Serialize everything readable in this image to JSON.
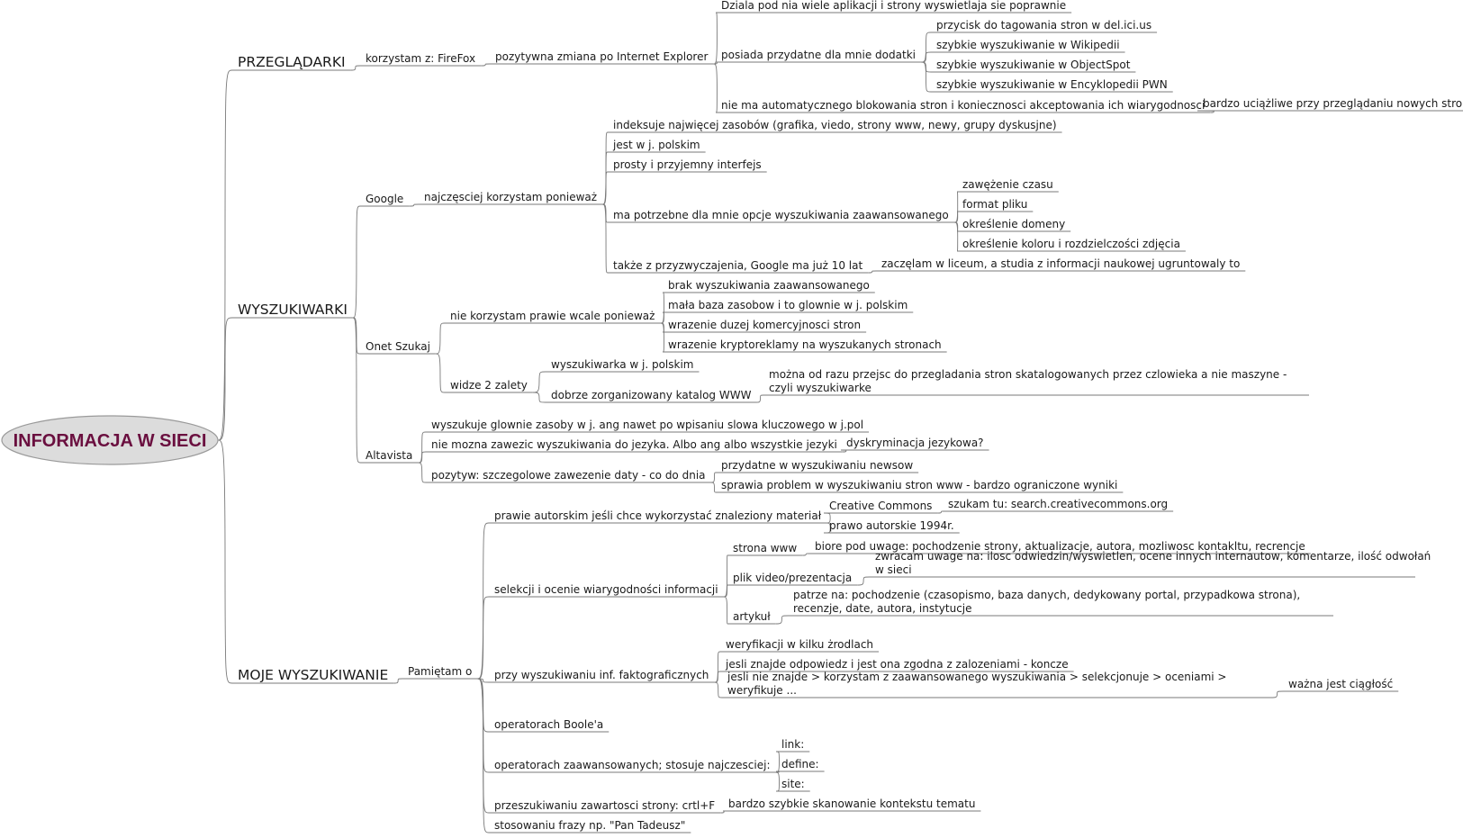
{
  "root": {
    "label": "INFORMACJA W SIECI"
  },
  "nodes": [
    {
      "id": "n1",
      "label": "PRZEGLĄDARKI"
    },
    {
      "id": "n1a",
      "label": "korzystam z: FireFox"
    },
    {
      "id": "n1b",
      "label": "pozytywna zmiana po Internet Explorer"
    },
    {
      "id": "n1c",
      "label": "Dziala pod nia wiele aplikacji i strony wyswietlaja sie poprawnie"
    },
    {
      "id": "n1d",
      "label": "posiada przydatne dla mnie dodatki"
    },
    {
      "id": "n1d1",
      "label": "przycisk do tagowania stron w del.ici.us"
    },
    {
      "id": "n1d2",
      "label": "szybkie wyszukiwanie w Wikipedii"
    },
    {
      "id": "n1d3",
      "label": "szybkie wyszukiwanie w ObjectSpot"
    },
    {
      "id": "n1d4",
      "label": "szybkie wyszukiwanie w Encyklopedii PWN"
    },
    {
      "id": "n1e",
      "label": "nie ma automatycznego blokowania stron i koniecznosci akceptowania ich wiarygodnosci"
    },
    {
      "id": "n1e1",
      "label": "bardzo uciążliwe przy przeglądaniu nowych stron"
    },
    {
      "id": "n2",
      "label": "WYSZUKIWARKI"
    },
    {
      "id": "n2g",
      "label": "Google"
    },
    {
      "id": "n2g1",
      "label": "najczęsciej korzystam ponieważ"
    },
    {
      "id": "n2g1a",
      "label": "indeksuje najwięcej zasobów (grafika, viedo, strony www, newy, grupy dyskusjne)"
    },
    {
      "id": "n2g1b",
      "label": "jest w j. polskim"
    },
    {
      "id": "n2g1c",
      "label": "prosty i przyjemny interfejs"
    },
    {
      "id": "n2g1d",
      "label": "ma potrzebne dla mnie opcje wyszukiwania zaawansowanego"
    },
    {
      "id": "n2g1d1",
      "label": "zawężenie czasu"
    },
    {
      "id": "n2g1d2",
      "label": "format pliku"
    },
    {
      "id": "n2g1d3",
      "label": "określenie domeny"
    },
    {
      "id": "n2g1d4",
      "label": "określenie koloru i rozdzielczości zdjęcia"
    },
    {
      "id": "n2g1e",
      "label": "także z przyzwyczajenia, Google ma już 10 lat"
    },
    {
      "id": "n2g1e1",
      "label": "zaczęlam w liceum, a studia z informacji naukowej ugruntowaly to"
    },
    {
      "id": "n2o",
      "label": "Onet Szukaj"
    },
    {
      "id": "n2o1",
      "label": "nie korzystam prawie wcale ponieważ"
    },
    {
      "id": "n2o1a",
      "label": "brak wyszukiwania zaawansowanego"
    },
    {
      "id": "n2o1b",
      "label": "mała baza zasobow i to glownie w j. polskim"
    },
    {
      "id": "n2o1c",
      "label": "wrazenie duzej komercyjnosci stron"
    },
    {
      "id": "n2o1d",
      "label": "wrazenie kryptoreklamy na wyszukanych stronach"
    },
    {
      "id": "n2o2",
      "label": "widze 2 zalety"
    },
    {
      "id": "n2o2a",
      "label": "wyszukiwarka w j. polskim"
    },
    {
      "id": "n2o2b",
      "label": "dobrze zorganizowany katalog WWW"
    },
    {
      "id": "n2o2b1",
      "label": [
        "można od razu przejsc do przegladania stron skatalogowanych przez czlowieka a nie maszyne -",
        "czyli wyszukiwarke"
      ]
    },
    {
      "id": "n2a",
      "label": "Altavista"
    },
    {
      "id": "n2a1",
      "label": "wyszukuje glownie zasoby w j. ang nawet po wpisaniu slowa kluczowego w j.pol"
    },
    {
      "id": "n2a2",
      "label": "nie mozna zawezic wyszukiwania do jezyka. Albo ang albo wszystkie jezyki"
    },
    {
      "id": "n2a2a",
      "label": "dyskryminacja jezykowa?"
    },
    {
      "id": "n2a3",
      "label": "pozytyw: szczegolowe zawezenie daty - co do dnia"
    },
    {
      "id": "n2a3a",
      "label": "przydatne w wyszukiwaniu newsow"
    },
    {
      "id": "n2a3b",
      "label": "sprawia problem w wyszukiwaniu stron www - bardzo ograniczone wyniki"
    },
    {
      "id": "n3",
      "label": "MOJE WYSZUKIWANIE"
    },
    {
      "id": "n3p",
      "label": "Pamiętam o"
    },
    {
      "id": "n3p1",
      "label": "prawie autorskim jeśli chce wykorzystać znaleziony materiał"
    },
    {
      "id": "n3p1a",
      "label": "Creative Commons"
    },
    {
      "id": "n3p1a1",
      "label": "szukam tu: search.creativecommons.org"
    },
    {
      "id": "n3p1b",
      "label": "prawo autorskie 1994r."
    },
    {
      "id": "n3p2",
      "label": "selekcji i ocenie wiarygodności informacji"
    },
    {
      "id": "n3p2a",
      "label": "strona www"
    },
    {
      "id": "n3p2a1",
      "label": "biore pod uwage: pochodzenie strony, aktualizacje, autora, mozliwosc kontakltu, recrencje"
    },
    {
      "id": "n3p2b",
      "label": "plik video/prezentacja"
    },
    {
      "id": "n3p2b1",
      "label": [
        "zwracam uwage na: ilosc odwiedzin/wyswietlen, ocene innych internautow, komentarze, ilość odwołań",
        "w sieci"
      ]
    },
    {
      "id": "n3p2c",
      "label": "artykuł"
    },
    {
      "id": "n3p2c1",
      "label": [
        "patrze na: pochodzenie (czasopismo, baza danych, dedykowany portal, przypadkowa strona),",
        "recenzje, date, autora, instytucje"
      ]
    },
    {
      "id": "n3p3",
      "label": "przy wyszukiwaniu inf. faktograficznych"
    },
    {
      "id": "n3p3a",
      "label": "weryfikacji w kilku żrodlach"
    },
    {
      "id": "n3p3b",
      "label": "jesli znajde odpowiedz i jest ona zgodna z zalozeniami - koncze"
    },
    {
      "id": "n3p3c",
      "label": [
        "jesli nie znajde > korzystam z zaawansowanego wyszukiwania > selekcjonuje > oceniami >",
        "weryfikuje ..."
      ]
    },
    {
      "id": "n3p3c1",
      "label": "ważna jest ciągłość"
    },
    {
      "id": "n3p4",
      "label": "operatorach Boole'a"
    },
    {
      "id": "n3p5",
      "label": "operatorach zaawansowanych; stosuje najczesciej:"
    },
    {
      "id": "n3p5a",
      "label": "link:"
    },
    {
      "id": "n3p5b",
      "label": "define:"
    },
    {
      "id": "n3p5c",
      "label": "site:"
    },
    {
      "id": "n3p6",
      "label": "przeszukiwaniu zawartosci strony: crtl+F"
    },
    {
      "id": "n3p6a",
      "label": "bardzo szybkie skanowanie kontekstu tematu"
    },
    {
      "id": "n3p7",
      "label": "stosowaniu frazy np. \"Pan Tadeusz\""
    }
  ]
}
